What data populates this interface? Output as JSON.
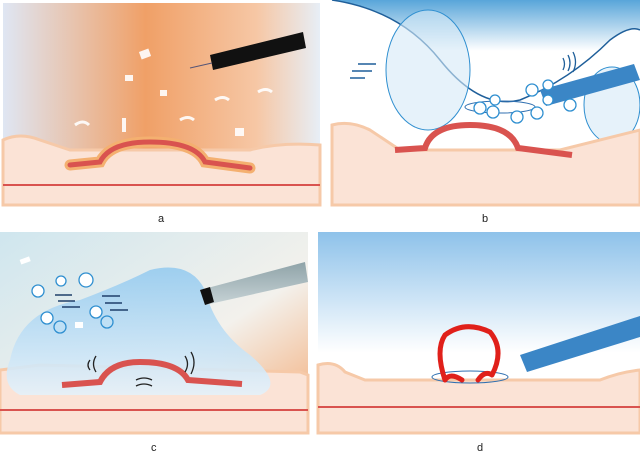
{
  "panels": [
    {
      "id": "a",
      "label": "a"
    },
    {
      "id": "b",
      "label": "b"
    },
    {
      "id": "c",
      "label": "c"
    },
    {
      "id": "d",
      "label": "d"
    }
  ],
  "colors": {
    "vessel": "#d9534f",
    "tissue": "#fbe3d6",
    "tissue_edge": "#f6c9a8",
    "heat": "#f0a060",
    "probe_blue": "#3b86c6",
    "fluid_blue": "#a9d3ee",
    "loop_red": "#e0201a"
  }
}
